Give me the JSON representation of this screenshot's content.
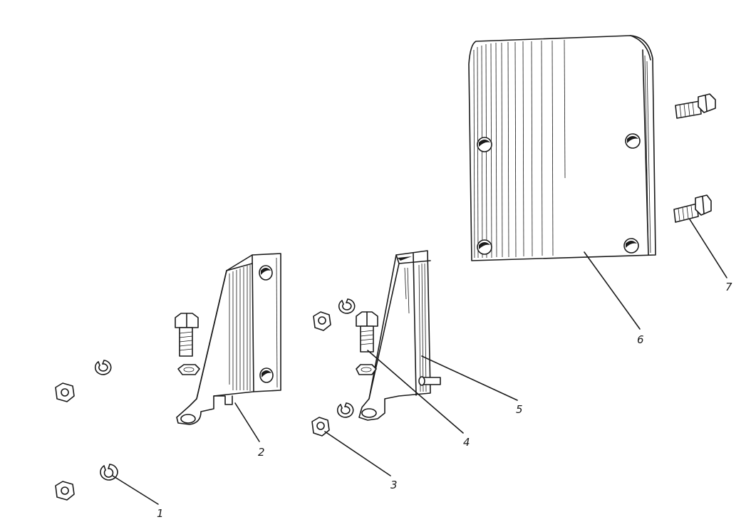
{
  "labels": {
    "l1": "1",
    "l2": "2",
    "l3": "3",
    "l4": "4",
    "l5": "5",
    "l6": "6",
    "l7": "7"
  },
  "colors": {
    "ink": "#1a1a1a",
    "paper": "#ffffff"
  }
}
